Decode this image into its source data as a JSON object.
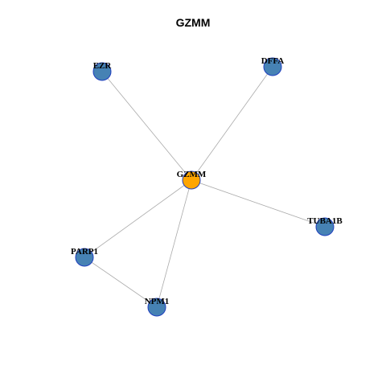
{
  "title": "GZMM",
  "colors": {
    "center_fill": "#ffa500",
    "node_fill": "#4682b4",
    "node_stroke": "#1f3fbf",
    "edge": "#aaaaaa"
  },
  "nodes": [
    {
      "id": "GZMM",
      "label": "GZMM",
      "role": "center"
    },
    {
      "id": "EZR",
      "label": "EZR",
      "role": "neighbor"
    },
    {
      "id": "DFFA",
      "label": "DFFA",
      "role": "neighbor"
    },
    {
      "id": "TUBA1B",
      "label": "TUBA1B",
      "role": "neighbor"
    },
    {
      "id": "PARP1",
      "label": "PARP1",
      "role": "neighbor"
    },
    {
      "id": "NPM1",
      "label": "NPM1",
      "role": "neighbor"
    }
  ],
  "edges": [
    {
      "source": "GZMM",
      "target": "EZR"
    },
    {
      "source": "GZMM",
      "target": "DFFA"
    },
    {
      "source": "GZMM",
      "target": "TUBA1B"
    },
    {
      "source": "GZMM",
      "target": "PARP1"
    },
    {
      "source": "GZMM",
      "target": "NPM1"
    },
    {
      "source": "PARP1",
      "target": "NPM1"
    }
  ]
}
